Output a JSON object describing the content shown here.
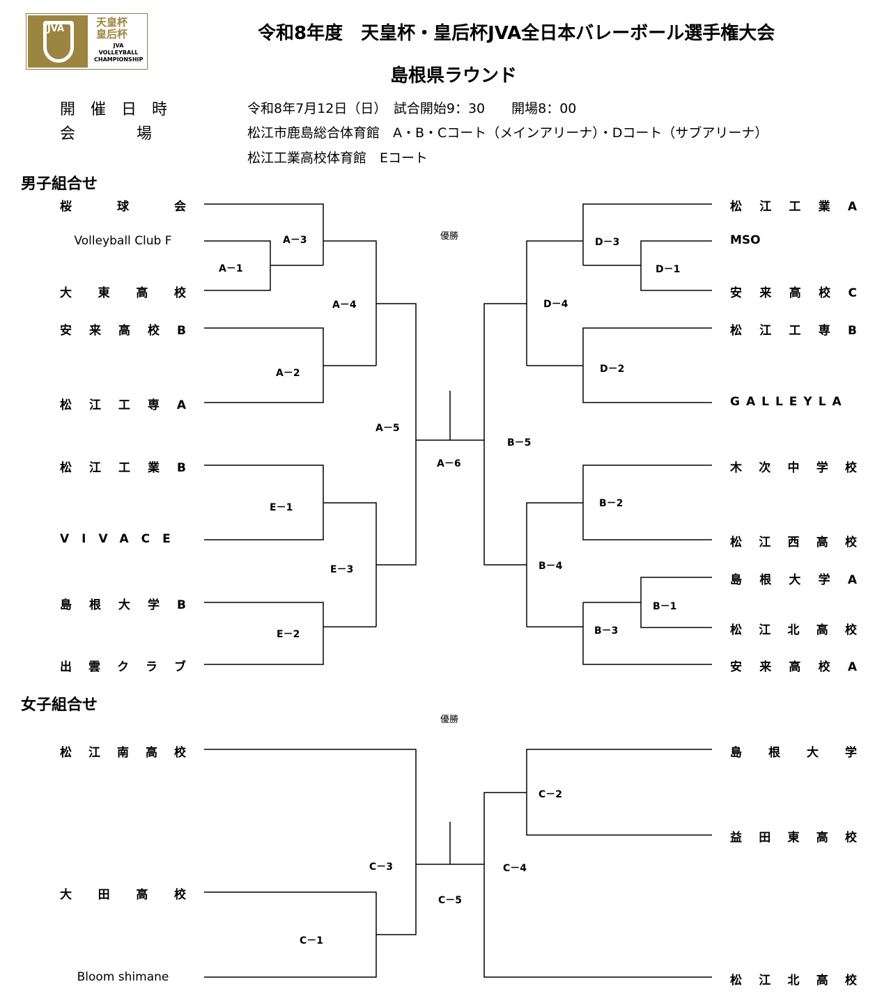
{
  "logo": {
    "mark": "JVA",
    "line1": "天皇杯",
    "line2": "皇后杯",
    "line3": "JVA",
    "line4": "VOLLEYBALL",
    "line5": "CHAMPIONSHIP"
  },
  "header": {
    "title": "令和8年度　天皇杯・皇后杯JVA全日本バレーボール選手権大会",
    "subtitle": "島根県ラウンド"
  },
  "info": {
    "date_label": "開　催　日　時",
    "date_value": "令和8年7月12日（日）　試合開始9：30　　開場8：00",
    "venue_label": "会　　　　場",
    "venue_value_1": "松江市鹿島総合体育館　A・B・Cコート（メインアリーナ）・Dコート（サブアリーナ）",
    "venue_value_2": "松江工業高校体育館　Eコート"
  },
  "men": {
    "section_title": "男子組合せ",
    "champion_label": "優勝",
    "left_teams": [
      "桜球会",
      "Volleyball Club F",
      "大東高校",
      "安来高校B",
      "松江工専A",
      "松江工業B",
      "VIVACE",
      "島根大学B",
      "出雲クラブ"
    ],
    "right_teams": [
      "松江工業A",
      "MSO",
      "安来高校C",
      "松江工専B",
      "GALLEYLA",
      "木次中学校",
      "松江西高校",
      "島根大学A",
      "松江北高校",
      "安来高校A"
    ],
    "matches": [
      "A－1",
      "A－2",
      "A－3",
      "A－4",
      "A－5",
      "A－6",
      "E－1",
      "E－2",
      "E－3",
      "D－1",
      "D－2",
      "D－3",
      "D－4",
      "B－1",
      "B－2",
      "B－3",
      "B－4",
      "B－5"
    ]
  },
  "women": {
    "section_title": "女子組合せ",
    "champion_label": "優勝",
    "left_teams": [
      "松江南高校",
      "大田高校",
      "Bloom shimane"
    ],
    "right_teams": [
      "島根大学",
      "益田東高校",
      "松江北高校"
    ],
    "matches": [
      "C－1",
      "C－2",
      "C－3",
      "C－4",
      "C－5"
    ]
  }
}
